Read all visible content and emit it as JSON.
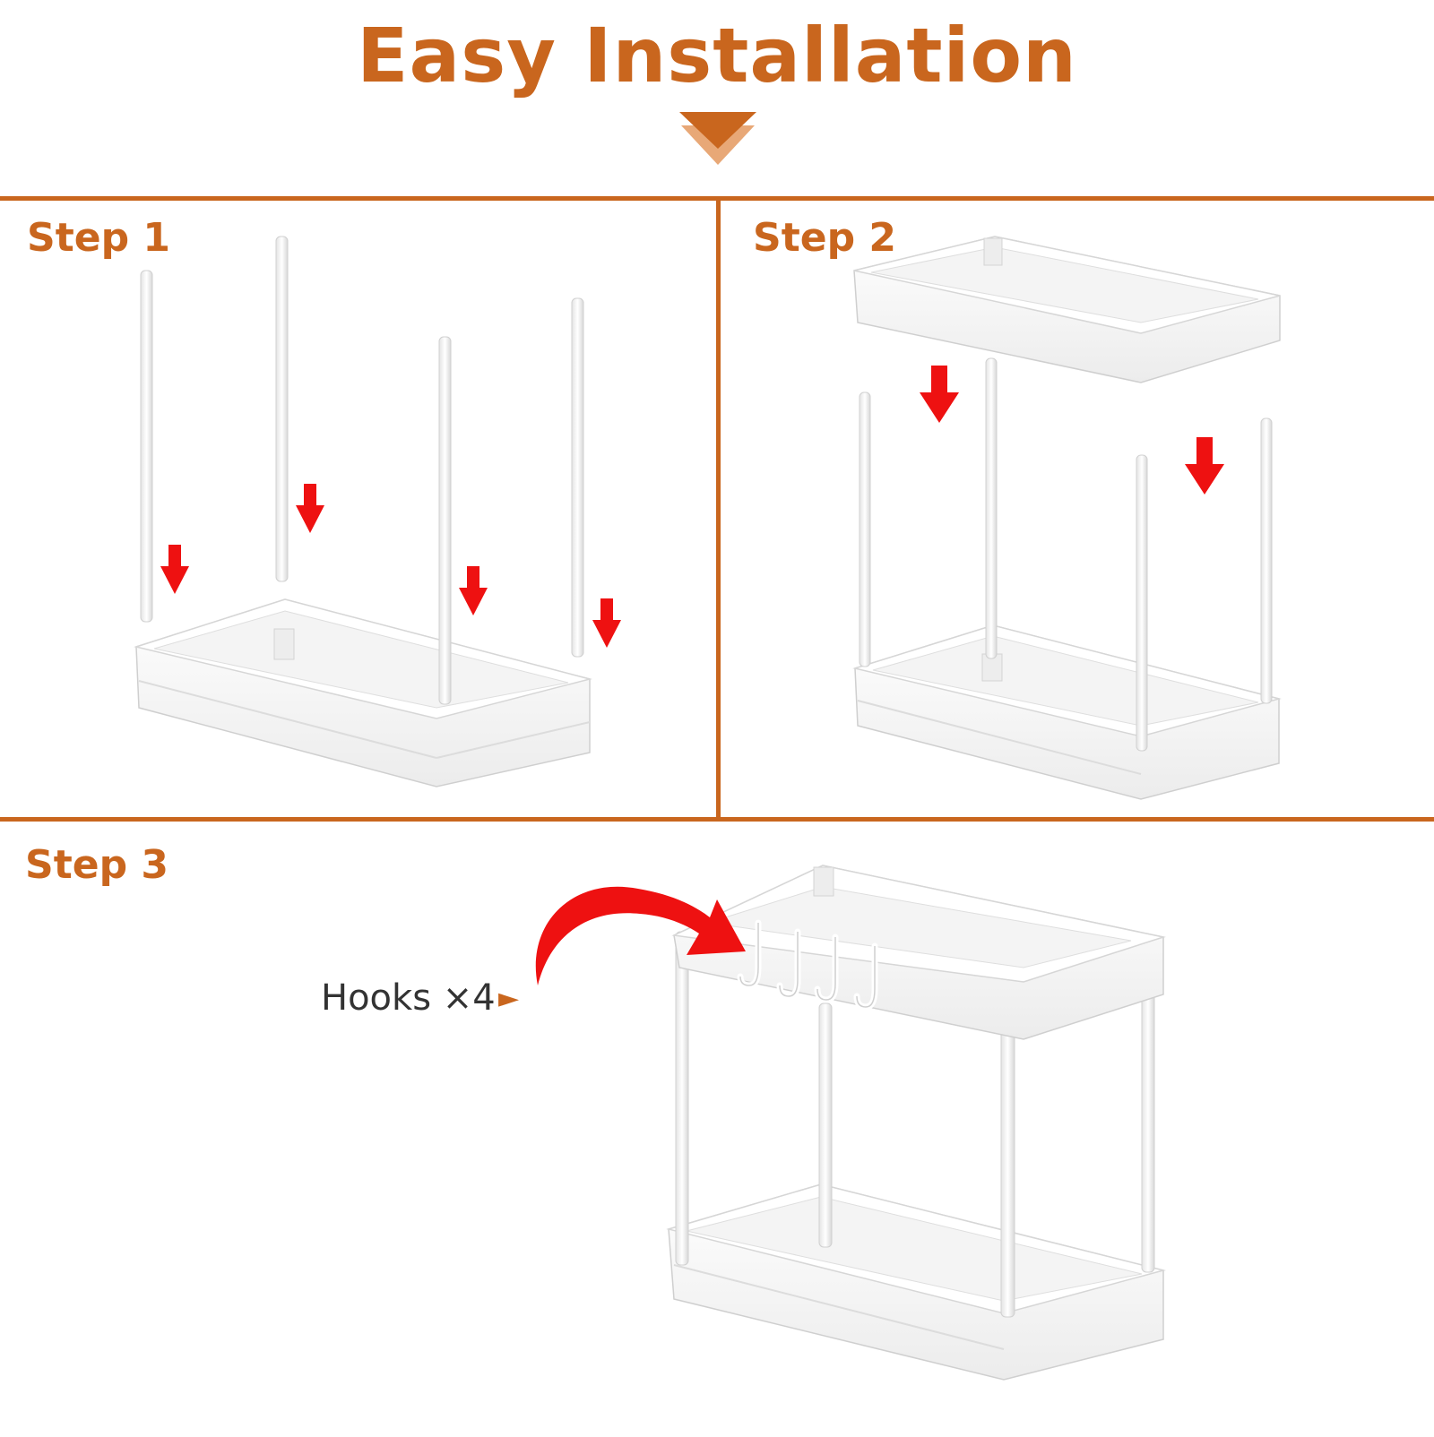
{
  "title": "Easy Installation",
  "steps": [
    {
      "label": "Step 1"
    },
    {
      "label": "Step 2"
    },
    {
      "label": "Step 3"
    }
  ],
  "callout": {
    "text": "Hooks ×4",
    "pointer_icon": "triangle-right-icon"
  },
  "colors": {
    "accent": "#C9661E",
    "accent_light": "#E8A877",
    "arrow": "#EE1111",
    "divider": "#C9661E",
    "label_text": "#333333",
    "shelf": "#FFFFFF",
    "shelf_shade": "#E9E9E9",
    "shelf_edge": "#CFCFCF"
  },
  "icons": {
    "header": "chevron-down-icon",
    "step_arrows": "arrow-down-icon",
    "callout_arrow": "curved-arrow-icon"
  }
}
